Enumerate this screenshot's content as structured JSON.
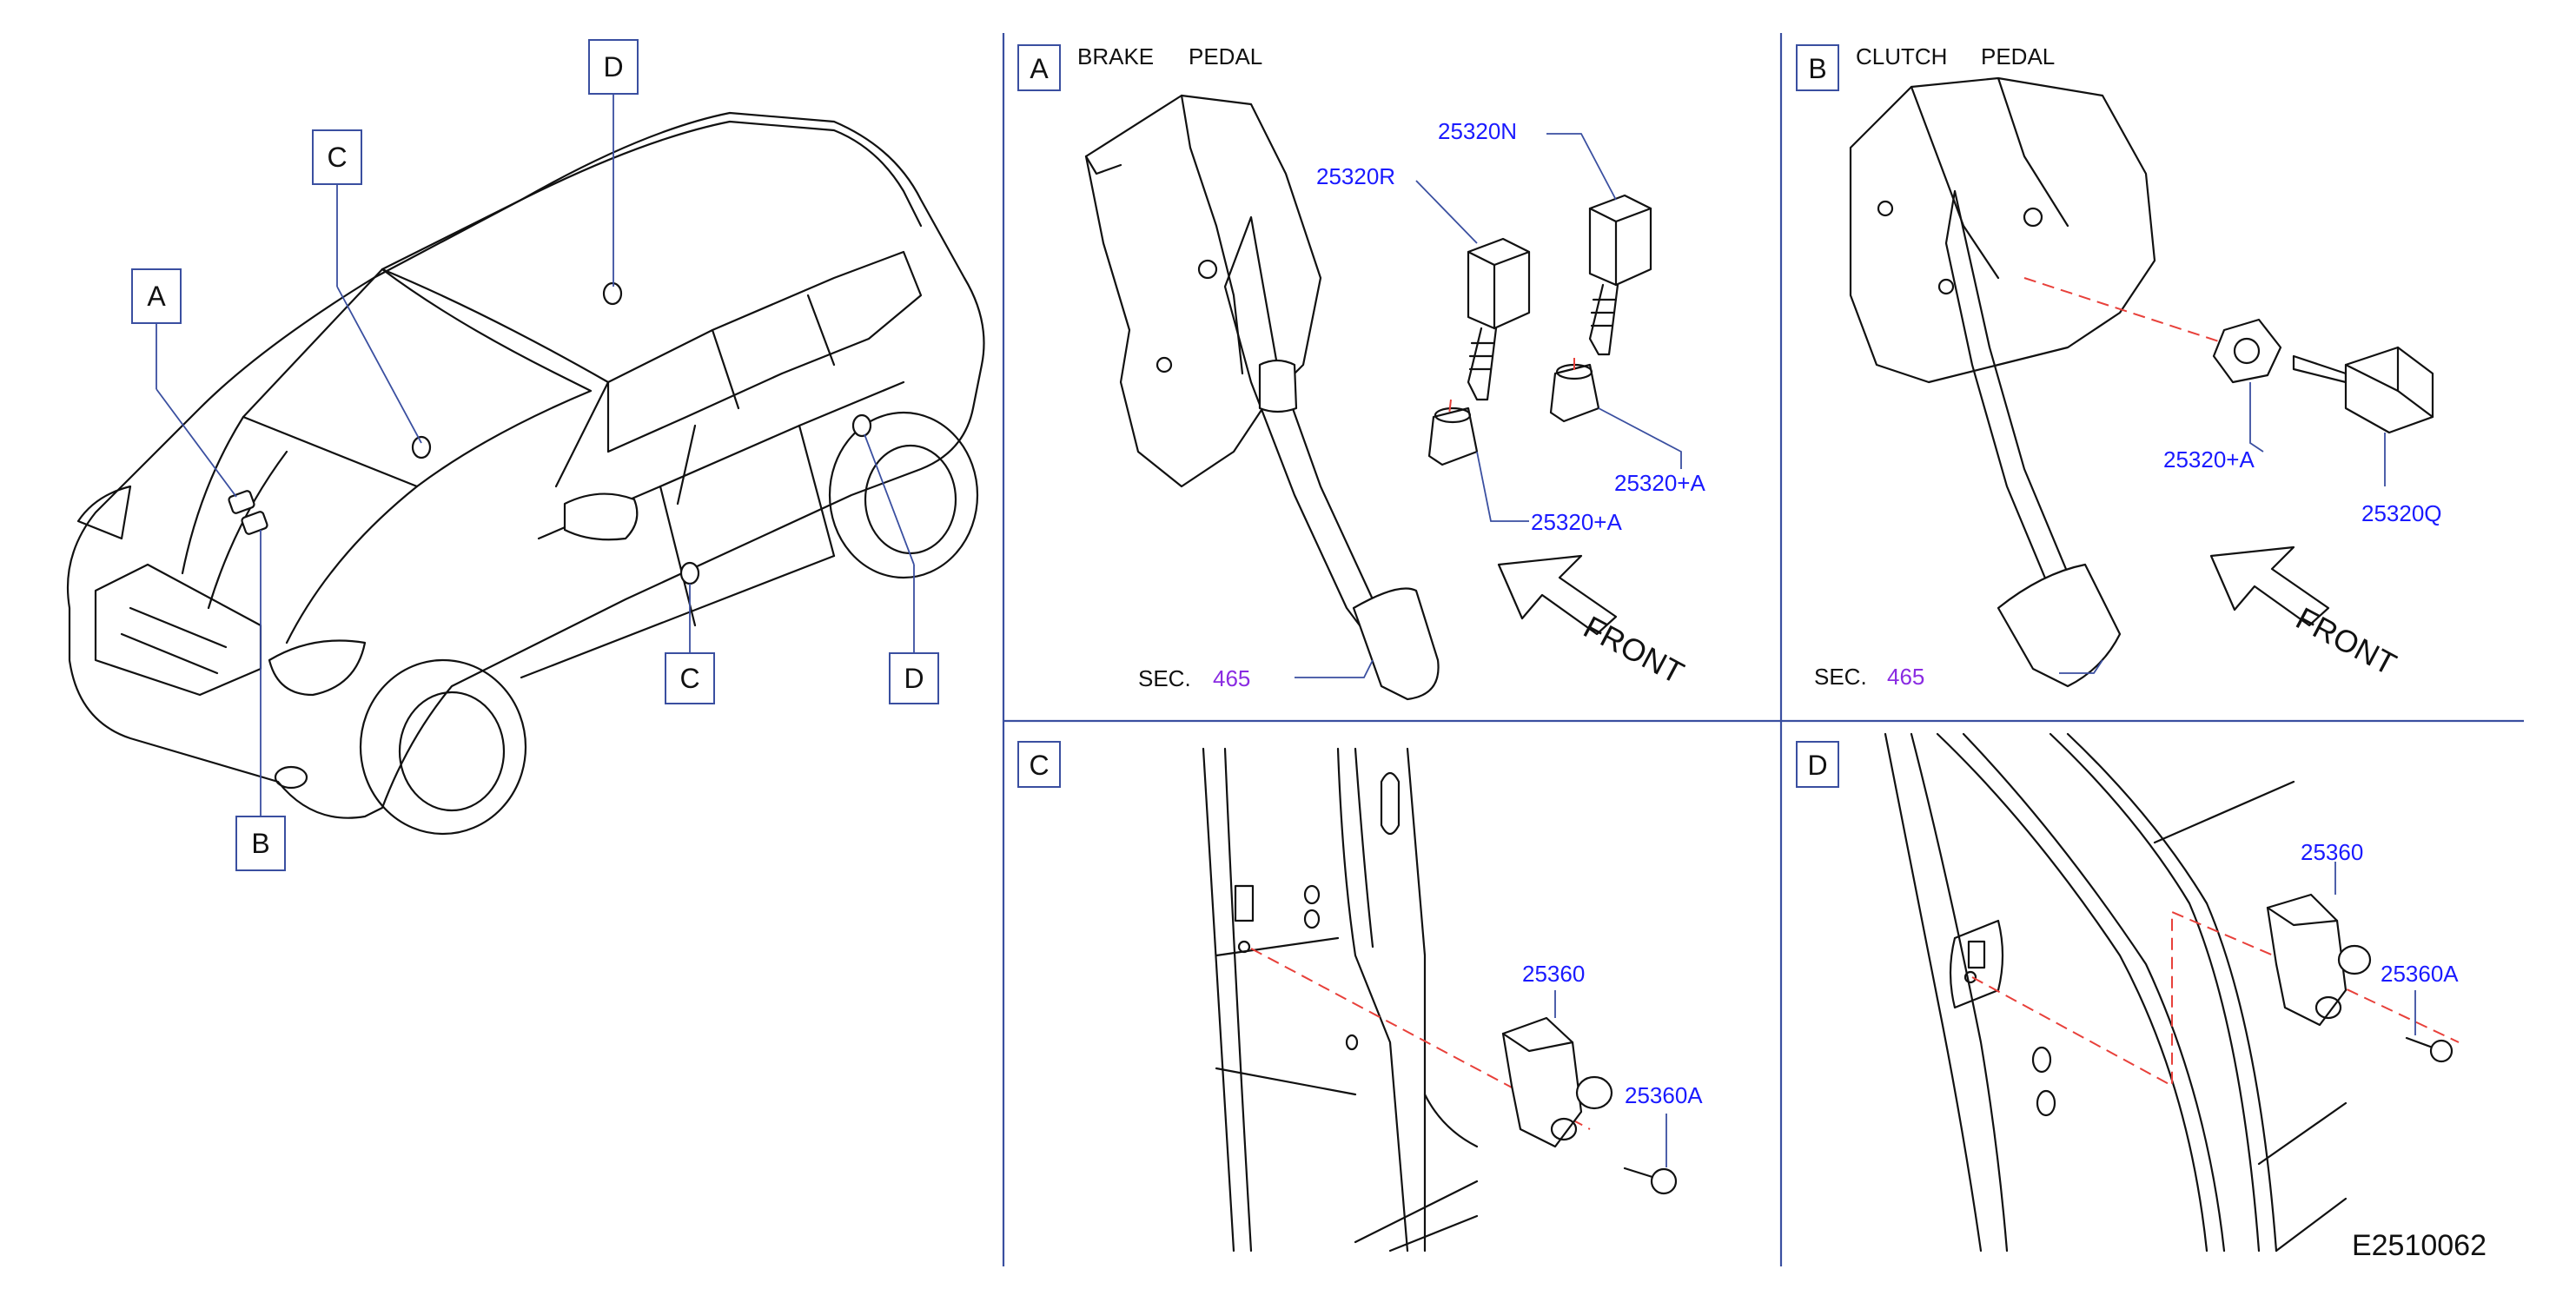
{
  "overview": {
    "callouts": [
      "A",
      "B",
      "C",
      "D",
      "C",
      "D"
    ]
  },
  "panels": {
    "a": {
      "letter": "A",
      "title_1": "BRAKE",
      "title_2": "PEDAL",
      "parts": [
        "25320N",
        "25320R",
        "25320+A",
        "25320+A"
      ],
      "sec_label": "SEC.",
      "sec_num": "465",
      "front": "FRONT"
    },
    "b": {
      "letter": "B",
      "title_1": "CLUTCH",
      "title_2": "PEDAL",
      "parts": [
        "25320+A",
        "25320Q"
      ],
      "sec_label": "SEC.",
      "sec_num": "465",
      "front": "FRONT"
    },
    "c": {
      "letter": "C",
      "parts": [
        "25360",
        "25360A"
      ]
    },
    "d": {
      "letter": "D",
      "parts": [
        "25360",
        "25360A"
      ]
    }
  },
  "diagram_code": "E2510062",
  "colors": {
    "part_label": "#1a1aff",
    "section_ref": "#8a2be2",
    "divider": "#3a4fa0",
    "phantom_line": "#e8403a"
  }
}
